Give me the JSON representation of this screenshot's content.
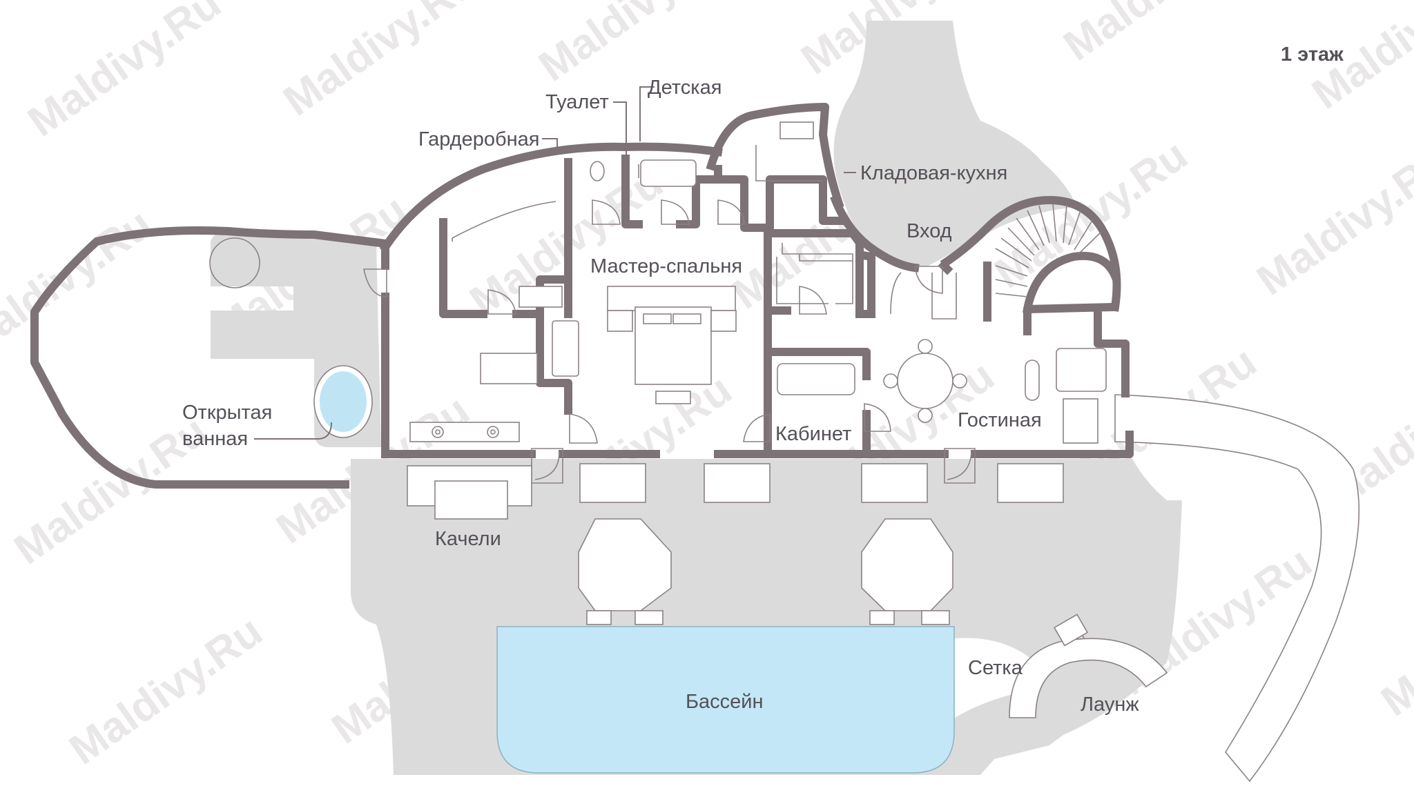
{
  "floor_label": "1 этаж",
  "watermark": "Maldivy.Ru",
  "rooms": {
    "open_bath_line1": "Открытая",
    "open_bath_line2": "ванная",
    "wardrobe": "Гардеробная",
    "toilet": "Туалет",
    "kids_room": "Детская",
    "pantry_kitchen": "Кладовая-кухня",
    "entrance": "Вход",
    "master_bedroom": "Мастер-спальня",
    "office": "Кабинет",
    "living_room": "Гостиная",
    "swing": "Качели",
    "pool": "Бассейн",
    "net": "Сетка",
    "lounge": "Лаунж"
  },
  "colors": {
    "wall": "#7d7275",
    "deck": "#dcdbdb",
    "water": "#c3e7f7",
    "text": "#555058",
    "background": "#ffffff"
  }
}
